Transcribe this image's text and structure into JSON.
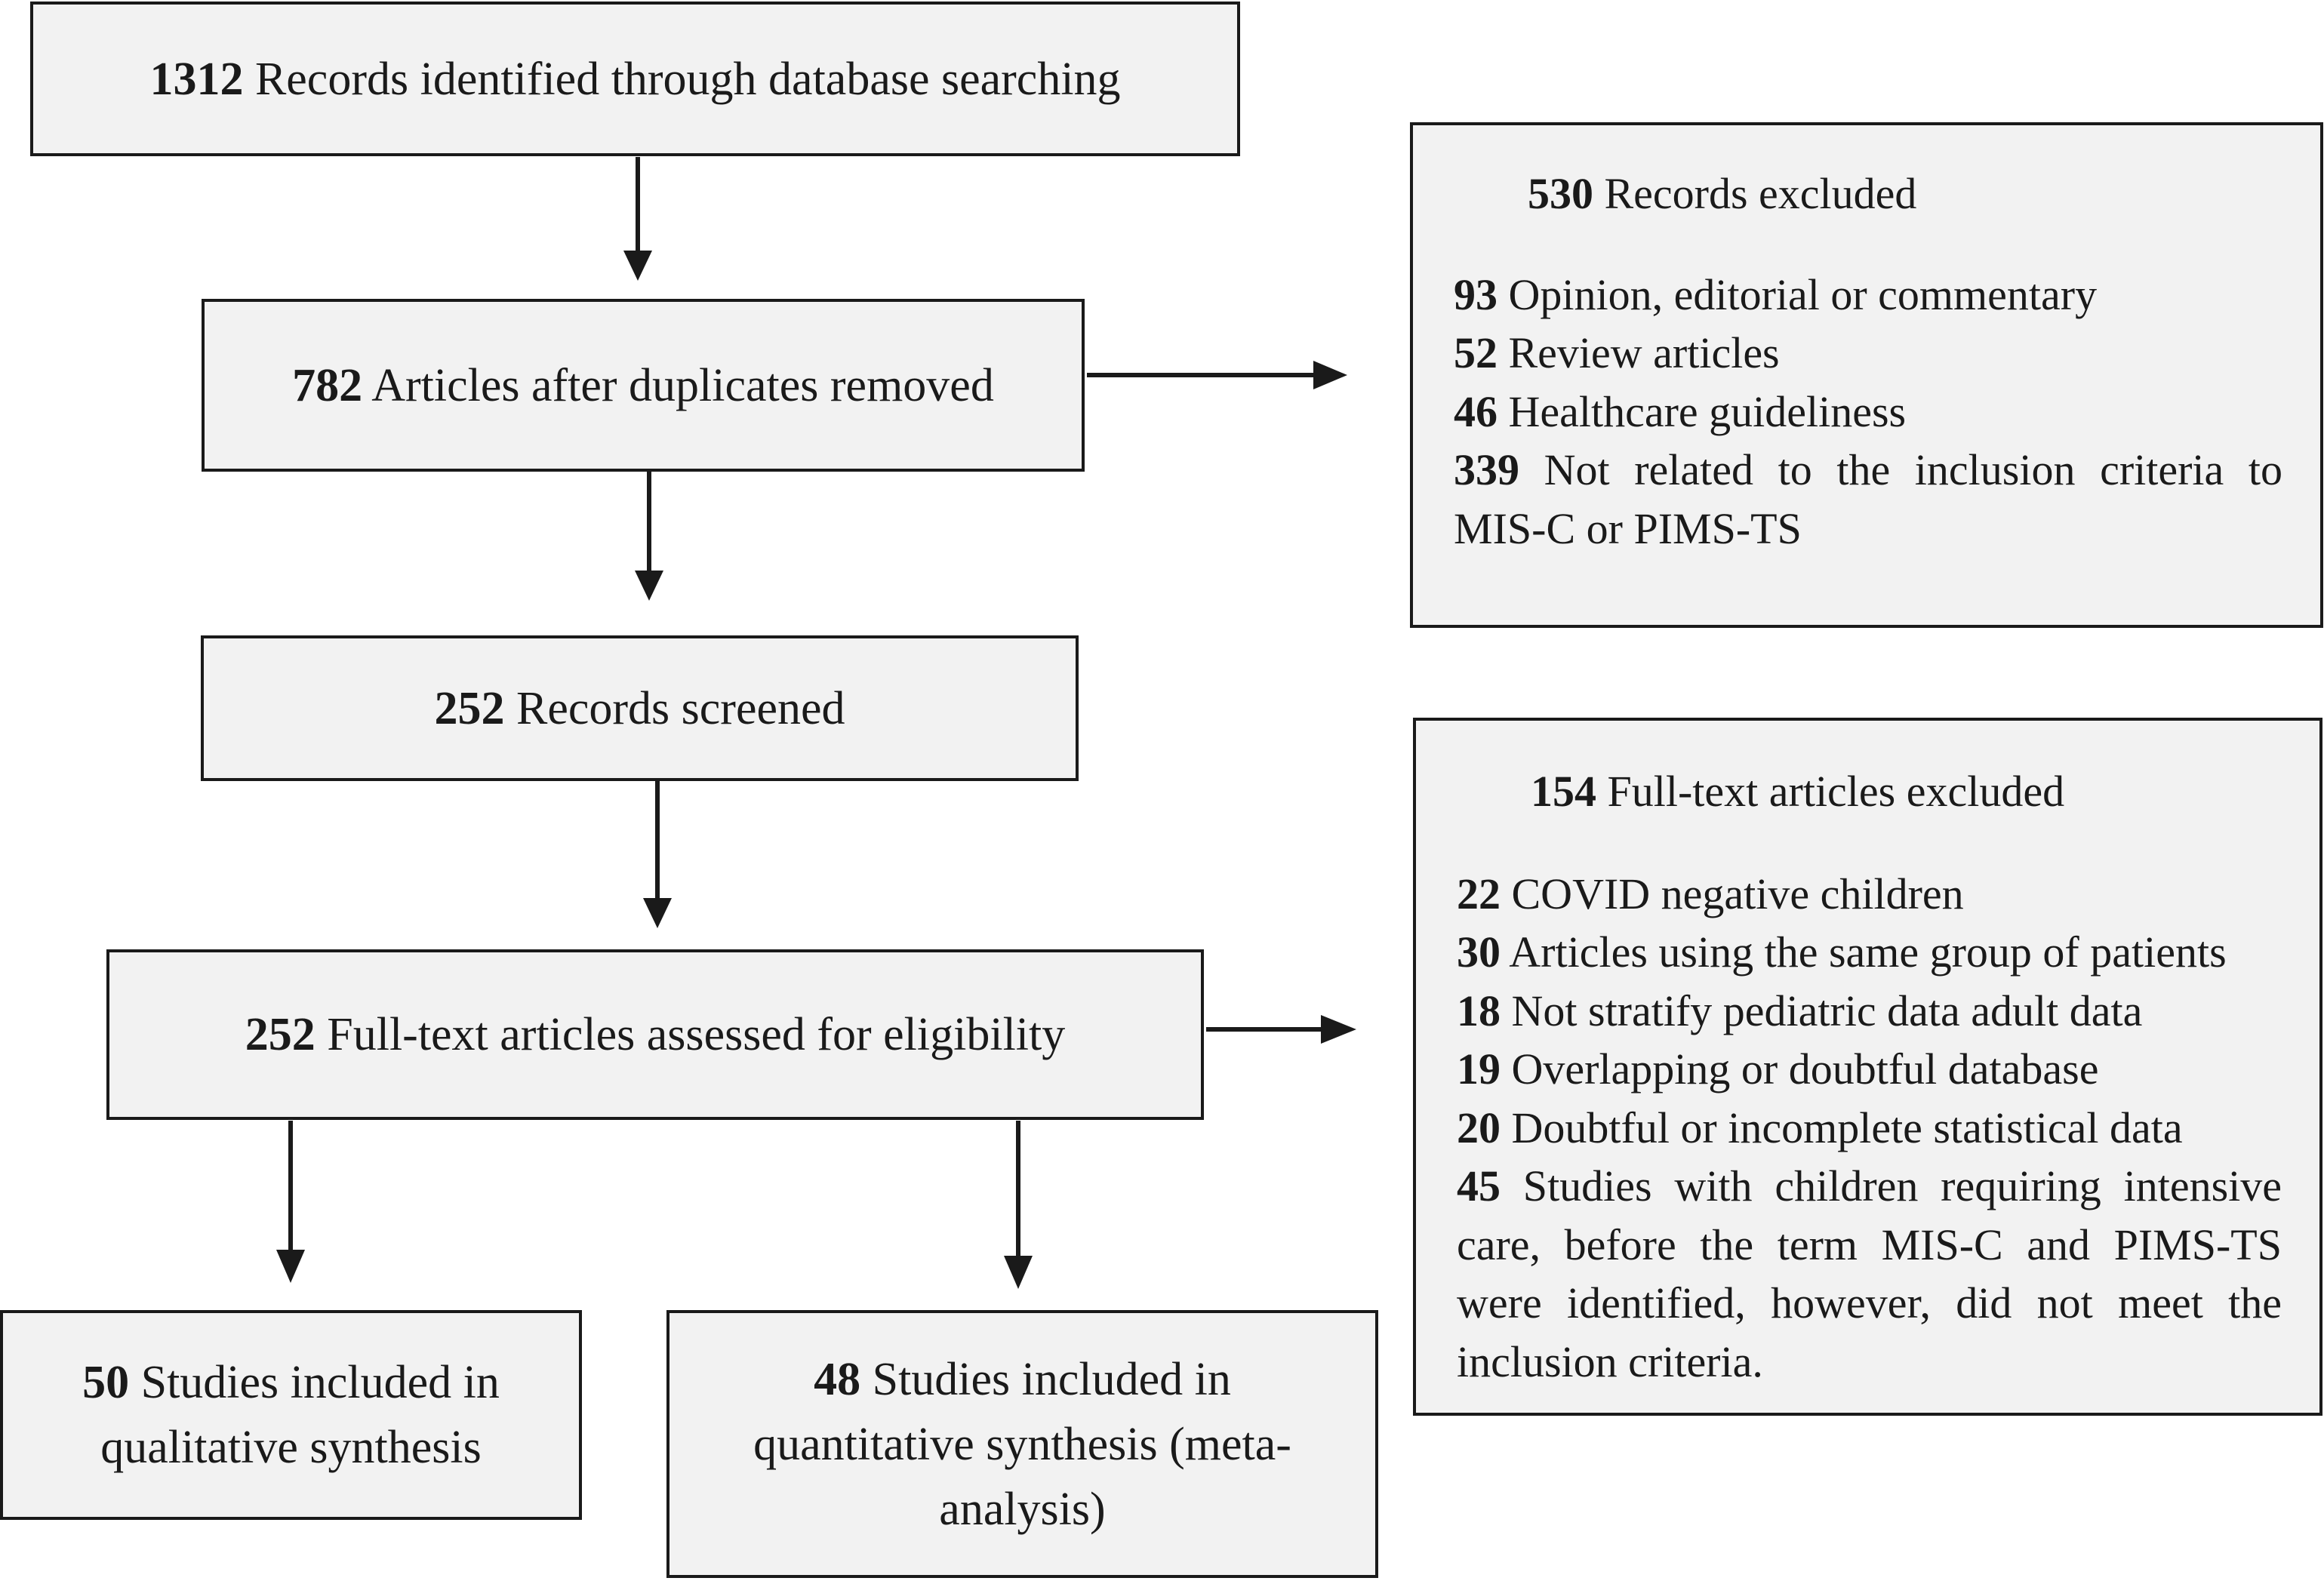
{
  "flow": {
    "identified": {
      "count": "1312",
      "text": " Records identified through database searching"
    },
    "deduplicated": {
      "count": "782",
      "text": " Articles after duplicates removed"
    },
    "screened": {
      "count": "252",
      "text": " Records screened"
    },
    "assessed": {
      "count": "252",
      "text": " Full-text articles assessed for eligibility"
    },
    "qualitative": {
      "count": "50",
      "text_line1": " Studies included in",
      "text_line2": "qualitative synthesis"
    },
    "quantitative": {
      "count": "48",
      "text_line1": " Studies included in",
      "text_line2": "quantitative synthesis (meta-",
      "text_line3": "analysis)"
    }
  },
  "records_excluded": {
    "count": "530",
    "title": " Records excluded",
    "items": [
      {
        "count": "93",
        "text": " Opinion, editorial or commentary"
      },
      {
        "count": "52",
        "text": " Review articles"
      },
      {
        "count": "46",
        "text": " Healthcare guideliness"
      },
      {
        "count": "339",
        "text": " Not related to the inclusion criteria to MIS-C or PIMS-TS"
      }
    ]
  },
  "fulltext_excluded": {
    "count": "154",
    "title": " Full-text articles excluded",
    "items": [
      {
        "count": "22",
        "text": " COVID negative children"
      },
      {
        "count": "30",
        "text": " Articles using the same group of patients"
      },
      {
        "count": "18",
        "text": " Not stratify pediatric data adult data"
      },
      {
        "count": "19",
        "text": " Overlapping or doubtful database"
      },
      {
        "count": "20",
        "text": " Doubtful or incomplete statistical data"
      },
      {
        "count": "45",
        "text": " Studies with children requiring intensive care, before the term MIS-C and PIMS-TS were identified, however, did not meet the inclusion criteria."
      }
    ]
  }
}
